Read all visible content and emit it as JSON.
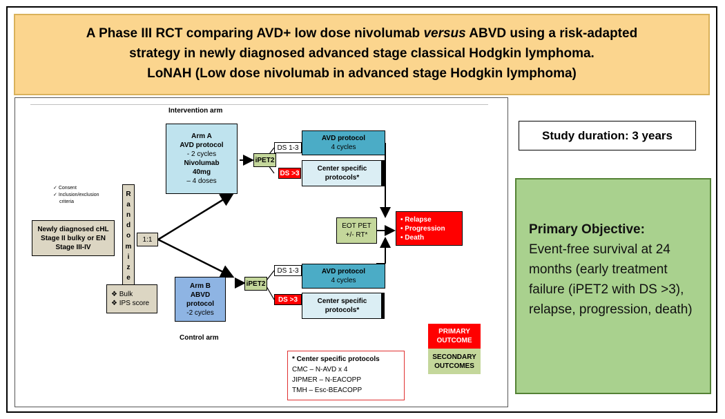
{
  "title": {
    "line1a": "A Phase III RCT comparing AVD+ low dose nivolumab ",
    "line1b": "versus",
    "line1c": " ABVD using a risk-adapted",
    "line2": "strategy in newly diagnosed advanced stage classical Hodgkin lymphoma.",
    "line3": "LoNAH (Low dose nivolumab in advanced stage Hodgkin lymphoma)"
  },
  "flow": {
    "intervention_label": "Intervention arm",
    "control_label": "Control arm",
    "checks": [
      "Consent",
      "Inclusion/exclusion",
      "criteria"
    ],
    "patient_box": [
      "Newly diagnosed cHL",
      "Stage II bulky or EN",
      "Stage III-IV"
    ],
    "randomize_letters": [
      "R",
      "a",
      "n",
      "d",
      "o",
      "m",
      "i",
      "z",
      "e"
    ],
    "ratio": "1:1",
    "stratify": [
      "❖ Bulk",
      "❖ IPS score"
    ],
    "arm_a": [
      "Arm A",
      "AVD protocol",
      "- 2 cycles",
      "Nivolumab",
      "40mg",
      "– 4 doses"
    ],
    "arm_b": [
      "Arm B",
      "ABVD",
      "protocol",
      "-2 cycles"
    ],
    "ipet2": "iPET2",
    "ds_low": "DS 1-3",
    "ds_high": "DS >3",
    "avd_protocol": [
      "AVD protocol",
      "4 cycles"
    ],
    "center_specific": [
      "Center specific",
      "protocols*"
    ],
    "eot": [
      "EOT PET",
      "+/- RT*"
    ],
    "outcomes_list": [
      "• Relapse",
      "• Progression",
      "• Death"
    ],
    "primary_outcome": [
      "PRIMARY",
      "OUTCOME"
    ],
    "secondary_outcomes": [
      "SECONDARY",
      "OUTCOMES"
    ],
    "footnote": {
      "header": "* Center specific protocols",
      "lines": [
        "CMC – N-AVD x 4",
        "JIPMER – N-EACOPP",
        "TMH – Esc-BEACOPP"
      ]
    }
  },
  "duration": "Study duration: 3 years",
  "objective": {
    "heading": "Primary Objective:",
    "text": "Event-free survival at 24 months (early treatment failure (iPET2 with DS >3), relapse, progression, death)"
  },
  "colors": {
    "title_bg": "#fbd58e",
    "objective_bg": "#a9d18e",
    "red": "#ff0000",
    "teal": "#4bacc6"
  }
}
